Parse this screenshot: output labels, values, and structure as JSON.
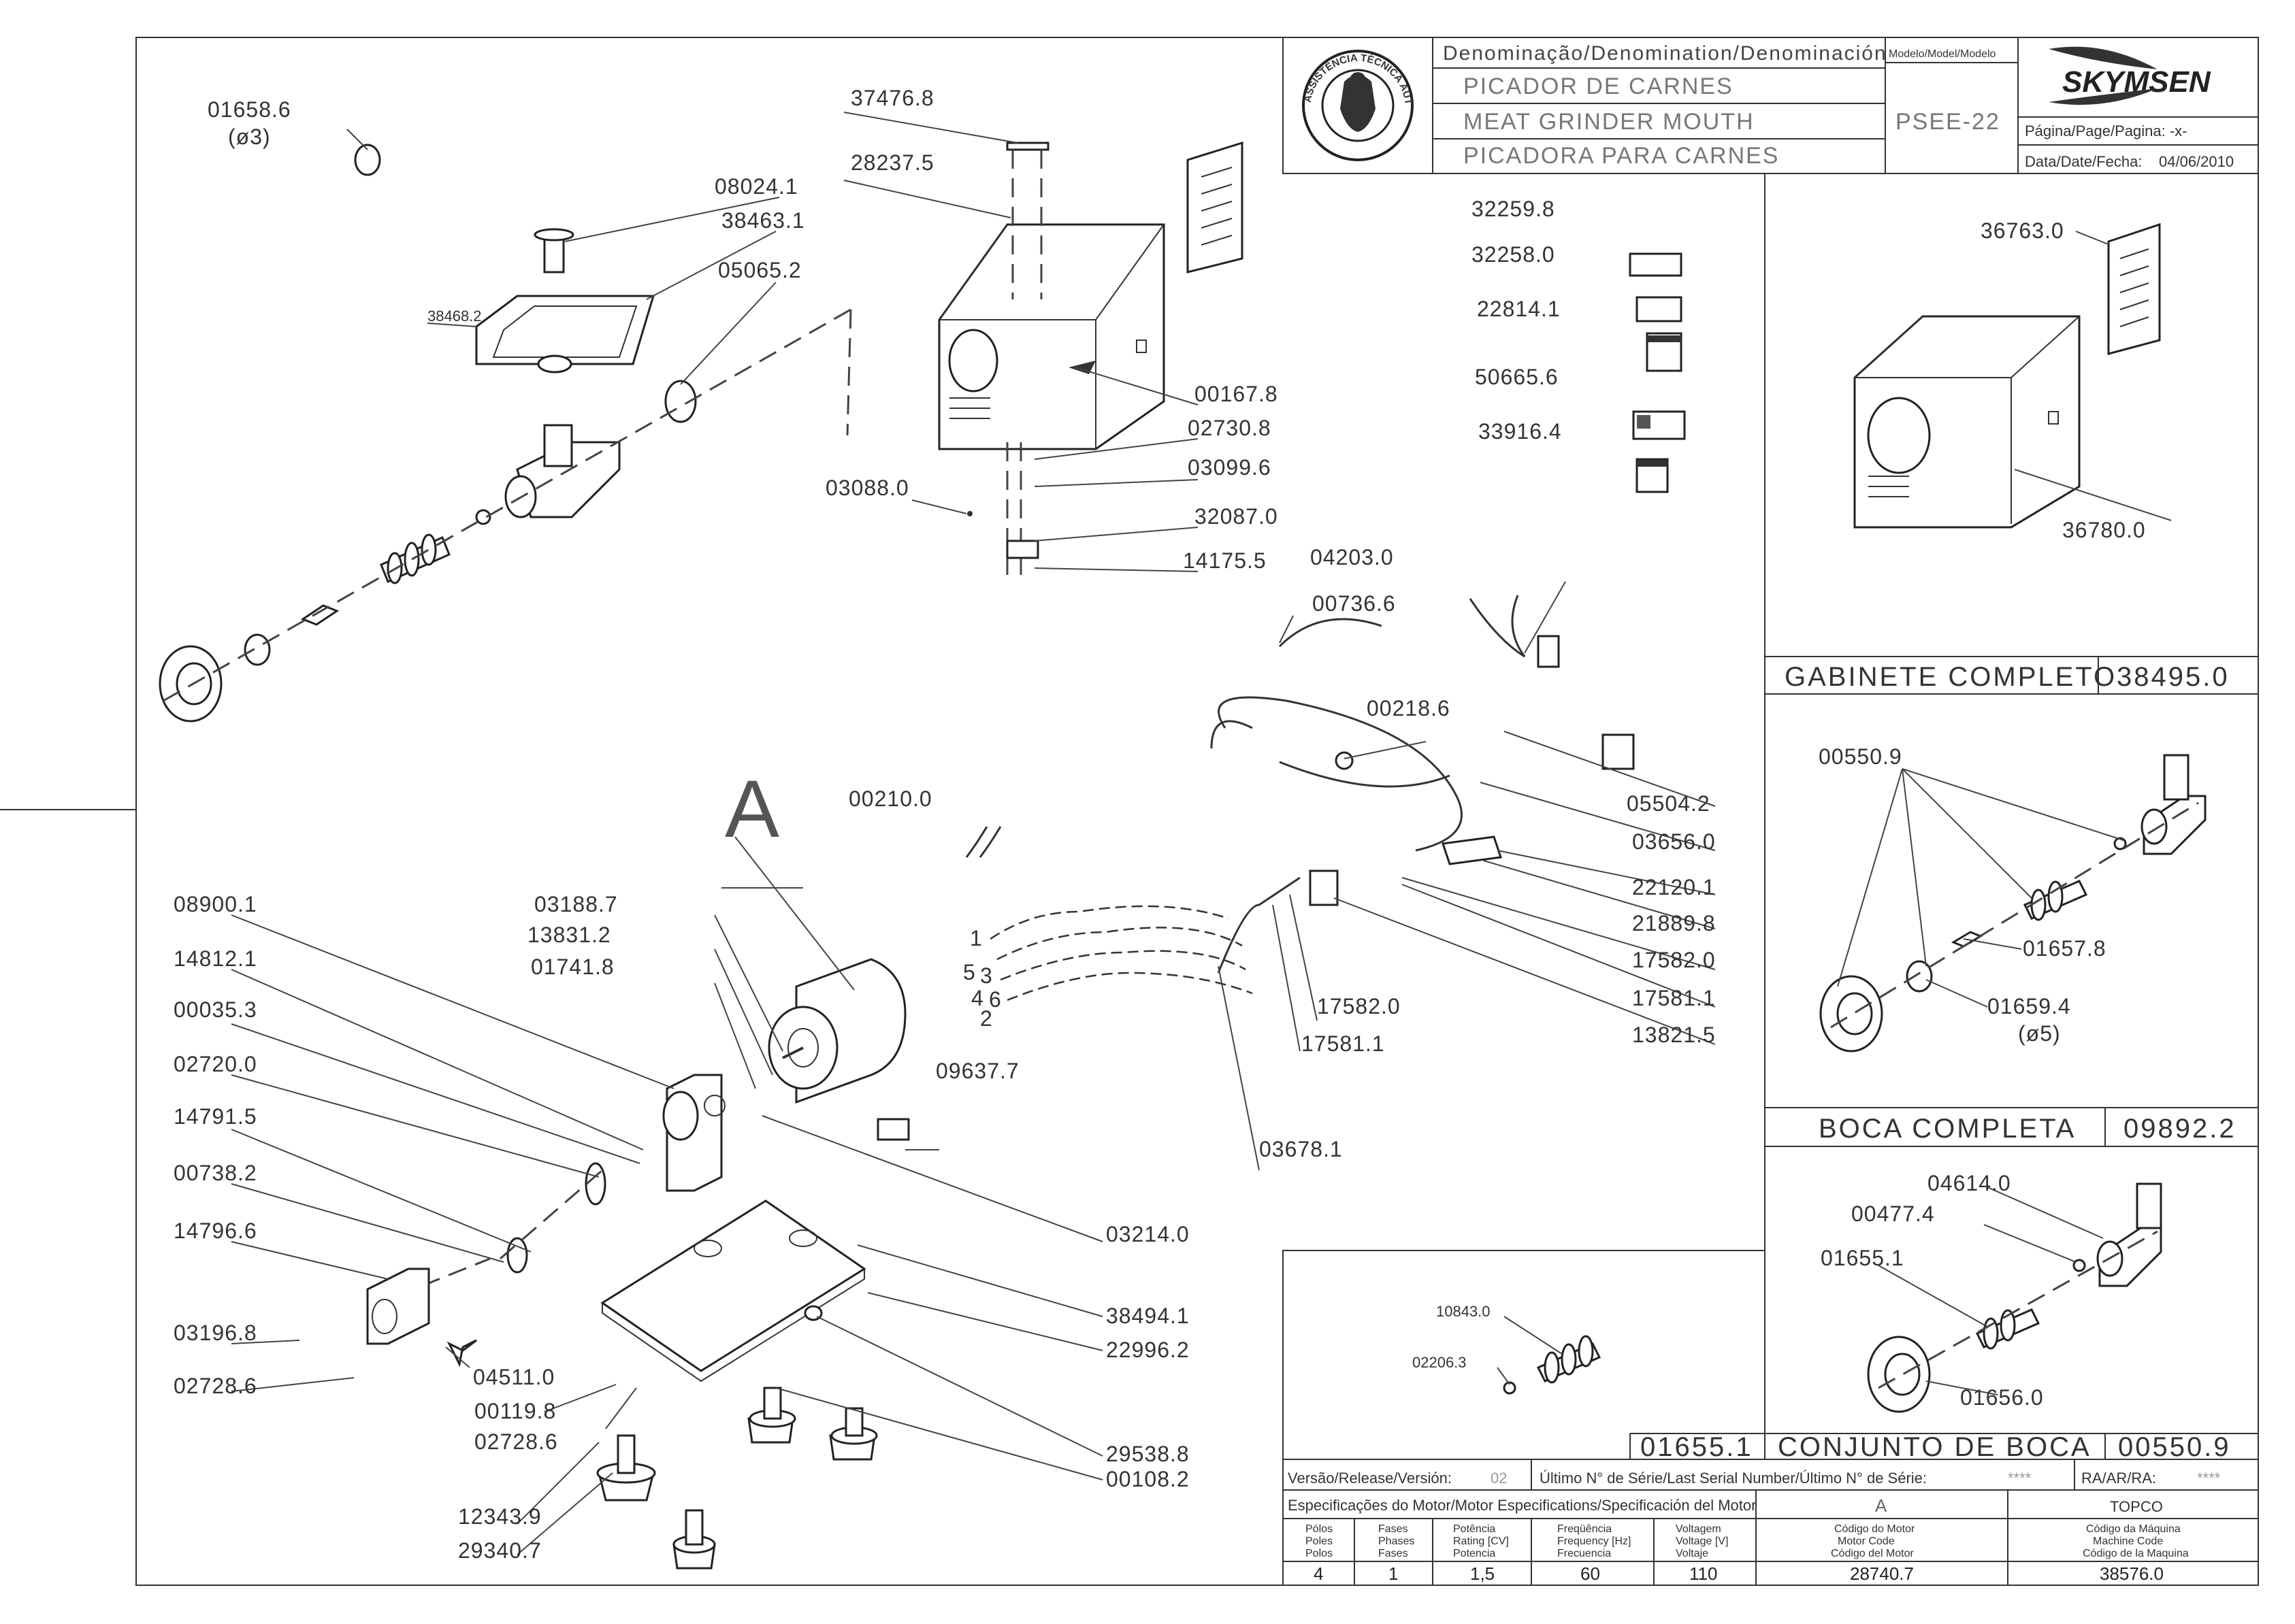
{
  "title_block": {
    "denomination_header": "Denominação/Denomination/Denominación",
    "model_header": "Modelo/Model/Modelo",
    "name_pt": "PICADOR DE CARNES",
    "name_en": "MEAT GRINDER MOUTH",
    "name_es": "PICADORA PARA CARNES",
    "model": "PSEE-22",
    "brand": "SKYMSEN",
    "page_label": "Página/Page/Pagina: -x-",
    "date_label": "Data/Date/Fecha:",
    "date_value": "04/06/2010",
    "seal_text": "ASSISTÊNCIA TÉCNICA AUTORIZADA"
  },
  "callouts": {
    "c01658_6": "01658.6",
    "c01658_6_sub": "(ø3)",
    "c37476_8": "37476.8",
    "c28237_5": "28237.5",
    "c08024_1": "08024.1",
    "c38463_1": "38463.1",
    "c38468_2": "38468.2",
    "c05065_2": "05065.2",
    "c00167_8": "00167.8",
    "c02730_8": "02730.8",
    "c03099_6": "03099.6",
    "c03088_0": "03088.0",
    "c32087_0": "32087.0",
    "c14175_5": "14175.5",
    "c32259_8": "32259.8",
    "c32258_0": "32258.0",
    "c22814_1": "22814.1",
    "c50665_6": "50665.6",
    "c33916_4": "33916.4",
    "c04203_0": "04203.0",
    "c00736_6": "00736.6",
    "c00218_6": "00218.6",
    "c05504_2": "05504.2",
    "c03656_0": "03656.0",
    "c22120_1": "22120.1",
    "c21889_8": "21889.8",
    "c17582_0r": "17582.0",
    "c17581_1r": "17581.1",
    "c13821_5": "13821.5",
    "c17582_0": "17582.0",
    "c17581_1": "17581.1",
    "c03678_1": "03678.1",
    "c00210_0": "00210.0",
    "c03188_7": "03188.7",
    "c13831_2": "13831.2",
    "c01741_8": "01741.8",
    "c09637_7": "09637.7",
    "c03214_0": "03214.0",
    "c38494_1": "38494.1",
    "c22996_2": "22996.2",
    "c29538_8": "29538.8",
    "c00108_2": "00108.2",
    "c08900_1": "08900.1",
    "c14812_1": "14812.1",
    "c00035_3": "00035.3",
    "c02720_0": "02720.0",
    "c14791_5": "14791.5",
    "c00738_2": "00738.2",
    "c14796_6": "14796.6",
    "c03196_8": "03196.8",
    "c02728_6a": "02728.6",
    "c04511_0": "04511.0",
    "c00119_8": "00119.8",
    "c02728_6b": "02728.6",
    "c12343_9": "12343.9",
    "c29340_7": "29340.7",
    "wire_labels": [
      "1",
      "5",
      "3",
      "4",
      "6",
      "2"
    ],
    "motor_letter": "A"
  },
  "panels": {
    "cabinet": {
      "c36763_0": "36763.0",
      "c36780_0": "36780.0",
      "title": "GABINETE COMPLETO",
      "code": "38495.0"
    },
    "mouth": {
      "c00550_9": "00550.9",
      "c01657_8": "01657.8",
      "c01659_4": "01659.4",
      "c01659_4_sub": "(ø5)",
      "title": "BOCA COMPLETA",
      "code": "09892.2"
    },
    "mouth_set": {
      "c04614_0": "04614.0",
      "c00477_4": "00477.4",
      "c01655_1": "01655.1",
      "c01656_0": "01656.0"
    },
    "worm": {
      "c10843_0": "10843.0",
      "c02206_3": "02206.3"
    },
    "set_title": {
      "left_code": "01655.1",
      "title": "CONJUNTO DE BOCA",
      "code": "00550.9"
    }
  },
  "footer": {
    "version_label": "Versão/Release/Versión:",
    "version_value": "02",
    "serial_label": "Último N° de Série/Last Serial Number/Último N° de Série:",
    "serial_value": "****",
    "ra_label": "RA/AR/RA:",
    "ra_value": "****",
    "motor_spec_label": "Especificações do Motor/Motor Especifications/Specificación del Motor",
    "col_a": "A",
    "col_topco": "TOPCO",
    "headers": [
      [
        "Pólos",
        "Poles",
        "Polos"
      ],
      [
        "Fases",
        "Phases",
        "Fases"
      ],
      [
        "Potência",
        "Rating [CV]",
        "Potencia"
      ],
      [
        "Freqüência",
        "Frequency [Hz]",
        "Frecuencia"
      ],
      [
        "Voltagem",
        "Voltage [V]",
        "Voltaje"
      ],
      [
        "Código do Motor",
        "Motor Code",
        "Código del Motor"
      ],
      [
        "Código da Máquina",
        "Machine Code",
        "Código de la Maquina"
      ]
    ],
    "values": [
      "4",
      "1",
      "1,5",
      "60",
      "110",
      "28740.7",
      "38576.0"
    ]
  }
}
